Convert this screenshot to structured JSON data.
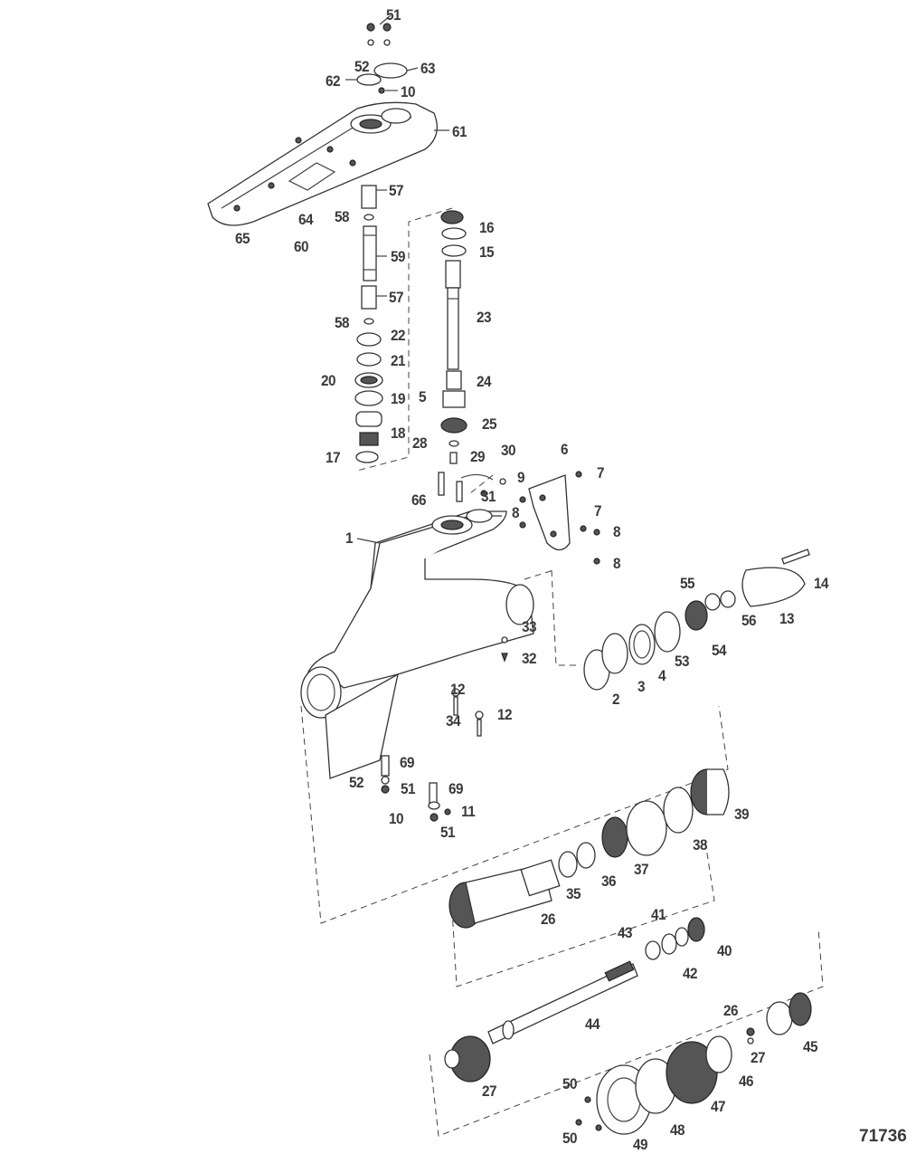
{
  "figure_number": "71736",
  "callouts": [
    "51",
    "52",
    "63",
    "62",
    "10",
    "61",
    "57",
    "58",
    "64",
    "65",
    "60",
    "59",
    "57",
    "58",
    "22",
    "21",
    "20",
    "19",
    "18",
    "17",
    "16",
    "15",
    "23",
    "24",
    "5",
    "25",
    "28",
    "29",
    "30",
    "6",
    "7",
    "9",
    "66",
    "31",
    "8",
    "7",
    "8",
    "8",
    "1",
    "14",
    "55",
    "56",
    "13",
    "54",
    "53",
    "4",
    "3",
    "2",
    "33",
    "32",
    "12",
    "34",
    "12",
    "69",
    "52",
    "51",
    "69",
    "11",
    "10",
    "51",
    "39",
    "38",
    "37",
    "36",
    "35",
    "26",
    "41",
    "43",
    "40",
    "42",
    "44",
    "26",
    "27",
    "45",
    "46",
    "27",
    "47",
    "48",
    "50",
    "50",
    "49"
  ]
}
